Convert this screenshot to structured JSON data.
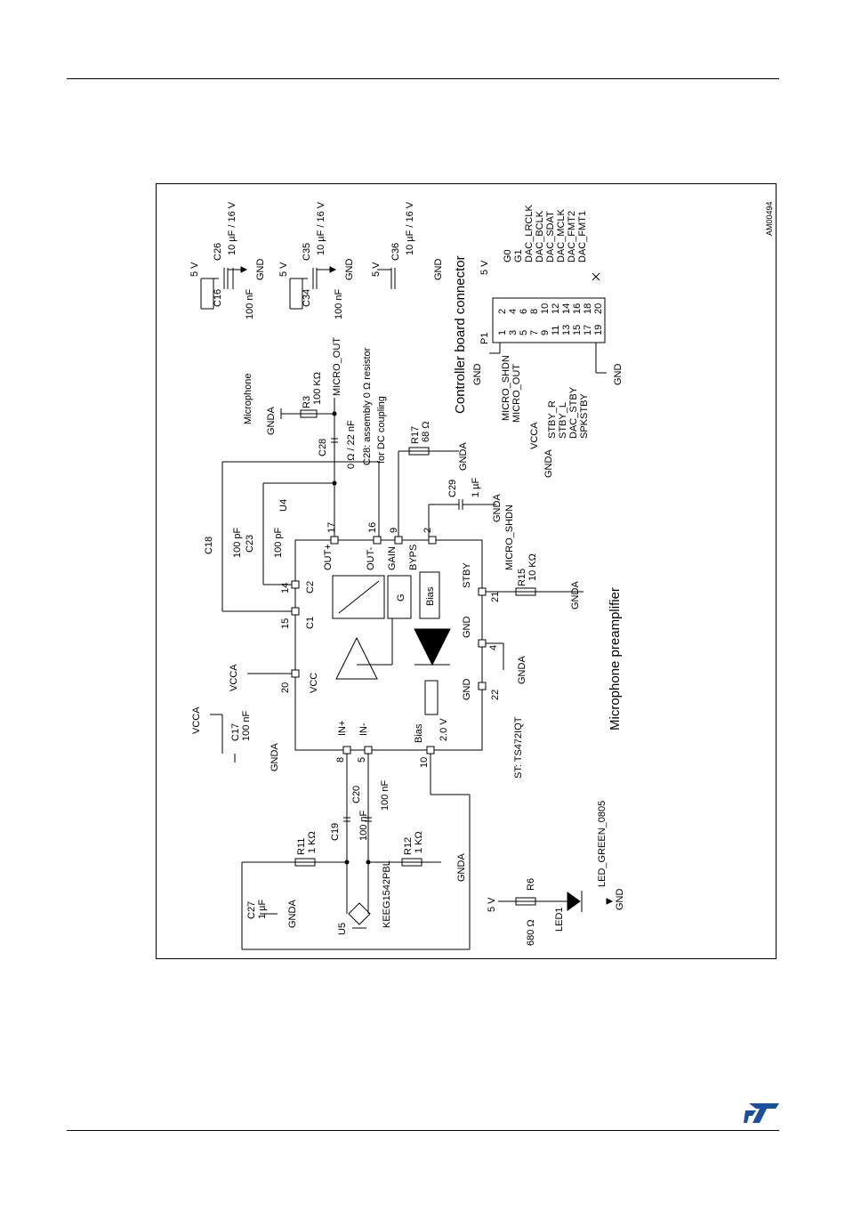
{
  "figure_id": "AM00494",
  "sections": {
    "connector_title": "Controller board connector",
    "preamp_title": "Microphone preamplifier",
    "microphone_label": "Microphone"
  },
  "ic": {
    "ref": "U4",
    "part": "ST: TS472IQT",
    "blocks": {
      "gain": "G",
      "bias": "Bias"
    },
    "pins": [
      {
        "num": "17",
        "name": "OUT+"
      },
      {
        "num": "16",
        "name": "OUT-"
      },
      {
        "num": "9",
        "name": "GAIN"
      },
      {
        "num": "2",
        "name": "BYPS"
      },
      {
        "num": "14",
        "name": "C2"
      },
      {
        "num": "15",
        "name": "C1"
      },
      {
        "num": "20",
        "name": "VCC"
      },
      {
        "num": "8",
        "name": "IN+"
      },
      {
        "num": "5",
        "name": "IN-"
      },
      {
        "num": "10",
        "name": "Bias"
      },
      {
        "num": "21",
        "name": "STBY"
      },
      {
        "num": "4",
        "name": "GND"
      },
      {
        "num": "22",
        "name": "GND"
      }
    ],
    "bias_voltage": "2.0 V"
  },
  "components": {
    "c16": "C16",
    "c26": "C26",
    "c26_val": "10 µF / 16 V",
    "c16_val": "100 nF",
    "c34": "C34",
    "c35": "C35",
    "c35_val": "10 µF / 16 V",
    "c34_val": "100 nF",
    "c36": "C36",
    "c36_val": "10 µF / 16 V",
    "r3": "R3",
    "r3_val": "100 KΩ",
    "c28": "C28",
    "c28_val": "0 Ω / 22 nF",
    "c28_note1": "C28: assembly 0 Ω resistor",
    "c28_note2": "for DC coupling",
    "r17": "R17",
    "r17_val": "68 Ω",
    "c29": "C29",
    "c29_val": "1 µF",
    "r15": "R15",
    "r15_val": "10 KΩ",
    "c18": "C18",
    "c18_val": "100 pF",
    "c23": "C23",
    "c23_val": "100 pF",
    "c17": "C17",
    "c17_val": "100 nF",
    "c19": "C19",
    "c19_val": "100 nF",
    "c20": "C20",
    "c20_val": "100 nF",
    "r11": "R11",
    "r11_val": "1 KΩ",
    "r12": "R12",
    "r12_val": "1 KΩ",
    "c27": "C27",
    "c27_val": "1 µF",
    "u5": "U5",
    "u5_part": "KEEG1542PBL",
    "r6": "R6",
    "r6_val": "680 Ω",
    "led1": "LED1",
    "led1_part": "LED_GREEN_0805"
  },
  "nets": {
    "v5": "5 V",
    "gnd": "GND",
    "gnda": "GNDA",
    "vcca": "VCCA",
    "vcc": "VCC",
    "micro_out": "MICRO_OUT",
    "micro_shdn": "MICRO_SHDN"
  },
  "connector": {
    "ref": "P1",
    "odd_pins": [
      "1",
      "3",
      "5",
      "7",
      "9",
      "11",
      "13",
      "15",
      "17",
      "19"
    ],
    "even_pins": [
      "2",
      "4",
      "6",
      "8",
      "10",
      "12",
      "14",
      "16",
      "18",
      "20"
    ],
    "odd_signals": [
      "MICRO_SHDN",
      "MICRO_OUT",
      "VCCA",
      "GNDA",
      "STBY_R",
      "STBY_L",
      "DAC_STBY",
      "SPKSTBY"
    ],
    "even_signals": [
      "G0",
      "G1",
      "DAC_LRCLK",
      "DAC_BCLK",
      "DAC_SDAT",
      "DAC_MCLK",
      "DAC_FMT2",
      "DAC_FMT1"
    ]
  },
  "logo_text": "ST"
}
